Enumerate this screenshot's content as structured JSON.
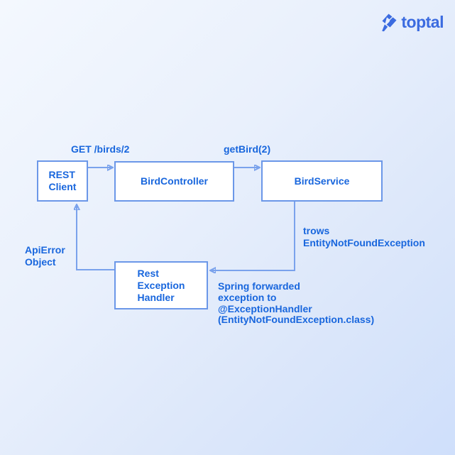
{
  "logo": {
    "text": "toptal",
    "icon": "toptal-mark-icon",
    "color": "#3b6be0"
  },
  "colors": {
    "background_top": "#f4f8fe",
    "background_bottom": "#cfdffb",
    "box_fill": "#ffffff",
    "box_border": "#6b97e8",
    "connector_line": "#7aa2ec",
    "text_blue": "#1866dd"
  },
  "diagram": {
    "boxes": {
      "rest_client": {
        "label": "REST\nClient"
      },
      "bird_controller": {
        "label": "BirdController"
      },
      "bird_service": {
        "label": "BirdService"
      },
      "rest_exception_handler": {
        "label": "Rest\nException\nHandler"
      }
    },
    "labels": {
      "request": "GET /birds/2",
      "service_call": "getBird(2)",
      "throws": "trows\nEntityNotFoundException",
      "api_error": "ApiError\nObject",
      "spring_forward": "Spring forwarded\nexception to\n@ExceptionHandler\n(EntityNotFoundException.class)"
    }
  }
}
